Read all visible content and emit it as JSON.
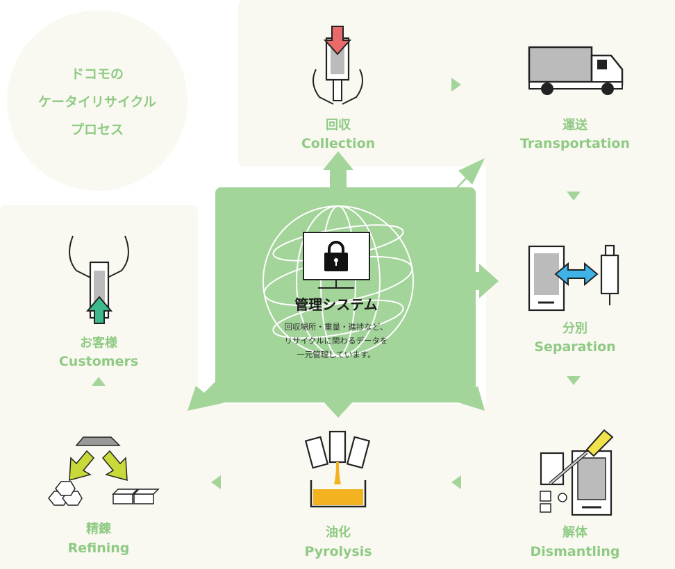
{
  "title": [
    "ドコモの",
    "ケータイリサイクル",
    "プロセス"
  ],
  "system": {
    "heading": "管理システム",
    "description": [
      "回収場所・重量・進捗など、",
      "リサイクルに関わるデータを",
      "一元管理しています。"
    ]
  },
  "steps": [
    {
      "ja": "回収",
      "en": "Collection"
    },
    {
      "ja": "運送",
      "en": "Transportation"
    },
    {
      "ja": "分別",
      "en": "Separation"
    },
    {
      "ja": "解体",
      "en": "Dismantling"
    },
    {
      "ja": "油化",
      "en": "Pyrolysis"
    },
    {
      "ja": "精錬",
      "en": "Refining"
    },
    {
      "ja": "お客様",
      "en": "Customers"
    }
  ],
  "colors": {
    "green": "#a3d49a",
    "label": "#8fca84",
    "cream": "#f9f9f1"
  }
}
